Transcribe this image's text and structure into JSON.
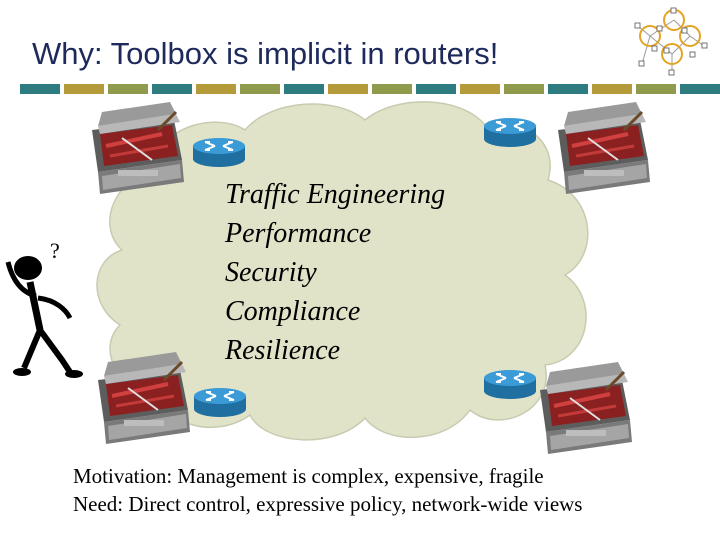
{
  "slide": {
    "title": "Why: Toolbox is implicit in routers!",
    "cloud_items": [
      "Traffic Engineering",
      "Performance",
      "Security",
      "Compliance",
      "Resilience"
    ],
    "motivation": "Motivation: Management is complex, expensive, fragile",
    "need": "Need: Direct control, expressive policy, network-wide views"
  },
  "icons": {
    "logo": "network-graph-icon",
    "cloud": "cloud-shape",
    "router": "router-icon",
    "toolbox": "toolbox-icon",
    "thinker": "thinking-person-icon"
  },
  "colors": {
    "title": "#1f2a5c",
    "stripe_teal": "#2e7b80",
    "stripe_gold": "#b59a3a",
    "stripe_olive": "#8f9a4c",
    "cloud_fill": "#e0e3c8",
    "router_blue": "#2a8cc7",
    "toolbox_red": "#a51d1d"
  }
}
